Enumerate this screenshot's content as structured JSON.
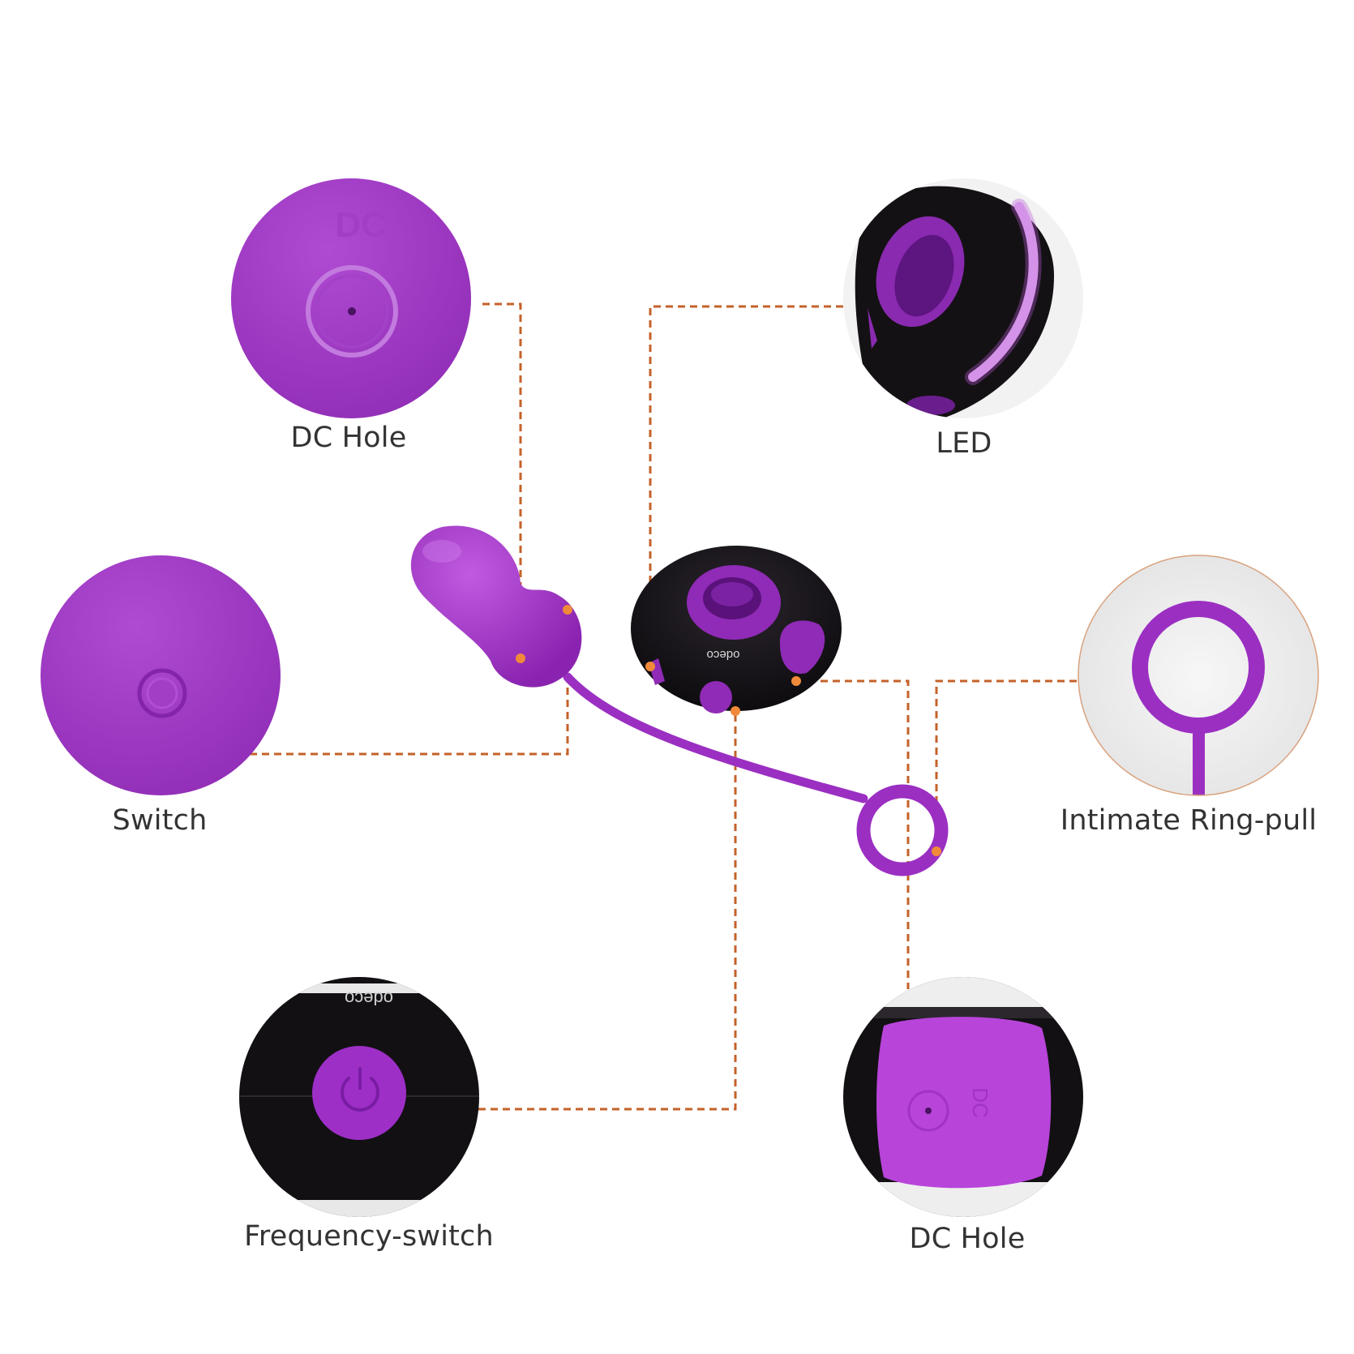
{
  "colors": {
    "purple": "#9b2fc2",
    "purple_light": "#b545d6",
    "purple_soft": "#a949c4",
    "black": "#151217",
    "leader": "#c4622a",
    "dot": "#f08a3a",
    "circle_border": "#d9a27e",
    "label_text": "#333333",
    "led_glow": "#e3b2f2"
  },
  "labels": {
    "dc_hole_top": "DC Hole",
    "led": "LED",
    "switch": "Switch",
    "intimate_ring_pull": "Intimate Ring-pull",
    "frequency_switch": "Frequency-switch",
    "dc_hole_bottom": "DC Hole"
  },
  "embossed": {
    "dc_mark": "DC",
    "brand": "odeco"
  },
  "icons": {
    "power": "power-icon"
  }
}
